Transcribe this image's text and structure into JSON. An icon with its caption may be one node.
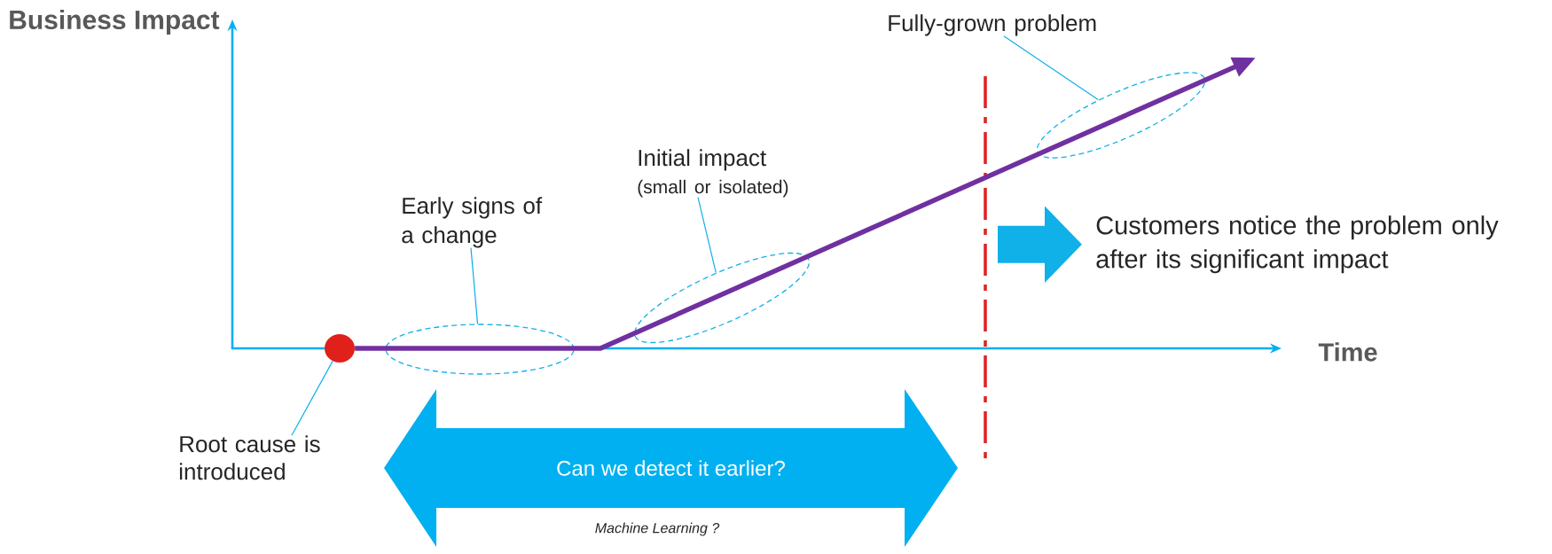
{
  "diagram": {
    "nodes": [
      {
        "text": [
          "Root cause is introduced"
        ]
      },
      {
        "text": [],
        "shape": "circle"
      },
      {
        "text": [
          "Early signs of a change"
        ]
      },
      {
        "text": [],
        "shape": "ellipse"
      },
      {
        "text": [
          "Initial impact",
          "(small or isolated)"
        ]
      },
      {
        "text": [],
        "shape": "ellipse"
      },
      {
        "text": [
          "Fully-grown problem"
        ]
      },
      {
        "text": [],
        "shape": "ellipse"
      },
      {
        "text": [
          "Customers notice the problem only after its significant impact"
        ]
      },
      {
        "text": [
          "Can we detect it earlier?"
        ],
        "beside": [
          "Machine Learning ?"
        ]
      }
    ],
    "edges": [
      {
        "from": 0,
        "to": 1,
        "arrow": "none"
      },
      {
        "from": 2,
        "to": 3,
        "arrow": "none"
      },
      {
        "from": 4,
        "to": 5,
        "arrow": "none"
      },
      {
        "from": 6,
        "to": 7,
        "arrow": "none"
      },
      {
        "from": null,
        "to": 8,
        "arrow": "to",
        "style": "thick"
      },
      {
        "from": 1,
        "to": null,
        "arrow": "to",
        "style": "thick",
        "color": "#7030a0"
      }
    ],
    "labels": [
      "Business Impact",
      "Time"
    ]
  }
}
